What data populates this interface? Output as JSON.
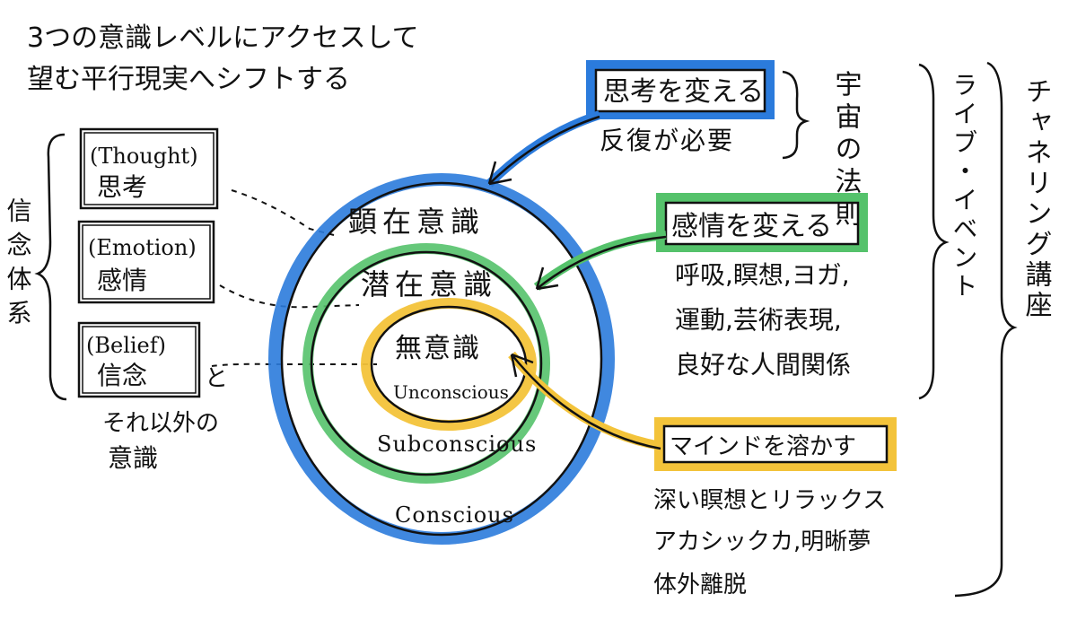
{
  "title_line1": "3つの意識レベルにアクセスして",
  "title_line2": "望む平行現実へシフトする",
  "belief_system": {
    "label": "信念体系",
    "thought": {
      "en": "(Thought)",
      "ja": "思考"
    },
    "emotion": {
      "en": "(Emotion)",
      "ja": "感情"
    },
    "belief": {
      "en": "(Belief)",
      "ja": "信念"
    },
    "tail": "と",
    "other_line1": "それ以外の",
    "other_line2": "意識"
  },
  "circles": {
    "conscious_ja": "顕在意識",
    "conscious_en": "Conscious",
    "subconscious_ja": "潜在意識",
    "subconscious_en": "Subconscious",
    "unconscious_ja": "無意識",
    "unconscious_en": "Unconscious"
  },
  "methods": {
    "change_thought": "思考を変える",
    "thought_detail": "反復が必要",
    "universe_law": "宇宙の法則",
    "change_emotion": "感情を変える",
    "emotion_line1": "呼吸,瞑想,ヨガ,",
    "emotion_line2": "運動,芸術表現,",
    "emotion_line3": "良好な人間関係",
    "melt_mind": "マインドを溶かす",
    "mind_line1": "深い瞑想とリラックス",
    "mind_line2": "アカシックカ,明晰夢",
    "mind_line3": "体外離脱"
  },
  "right_labels": {
    "live_event": "ライブ・イベント",
    "channeling": "チャネリング講座"
  },
  "colors": {
    "blue": "#2b7bdc",
    "green": "#55c26b",
    "yellow": "#f3c33a",
    "ink": "#111111"
  }
}
